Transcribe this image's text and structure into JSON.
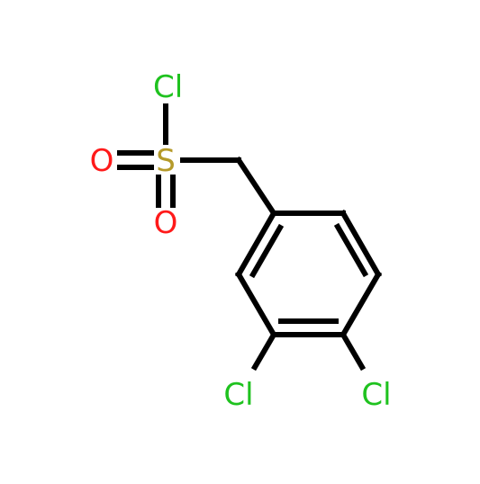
{
  "atoms": {
    "cl_sulfonyl": {
      "symbol": "Cl",
      "color": "#1fc21f"
    },
    "sulfur": {
      "symbol": "S",
      "color": "#b59a2a"
    },
    "oxygen_left": {
      "symbol": "O",
      "color": "#ff1a1a"
    },
    "oxygen_bottom": {
      "symbol": "O",
      "color": "#ff1a1a"
    },
    "cl_ring_3": {
      "symbol": "Cl",
      "color": "#1fc21f"
    },
    "cl_ring_4": {
      "symbol": "Cl",
      "color": "#1fc21f"
    }
  },
  "bond_color": "#000000"
}
